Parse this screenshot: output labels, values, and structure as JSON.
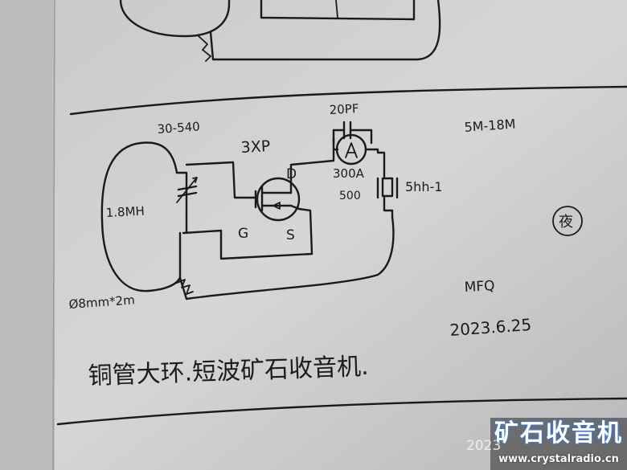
{
  "labels": {
    "capacitor_range": "30-540",
    "transistor_type": "3XP",
    "drain": "D",
    "gate": "G",
    "source": "S",
    "cap_top": "20PF",
    "meter": "300A",
    "meter_resistor": "500",
    "crystal": "5hh-1",
    "coil": "1.8MH",
    "wire_spec": "Ø8mm*2m",
    "freq_range": "5M-18M",
    "author": "MFQ",
    "date": "2023.6.25",
    "caption": "铜管大环.短波矿石收音机.",
    "seal": "夜"
  },
  "watermark": {
    "title": "矿石收音机",
    "url": "www.crystalradio.cn",
    "stamp": "2023"
  },
  "colors": {
    "ink": "#1a1a1a",
    "paper": "#d2d2d4",
    "watermark_glow": "#3a7be0"
  }
}
